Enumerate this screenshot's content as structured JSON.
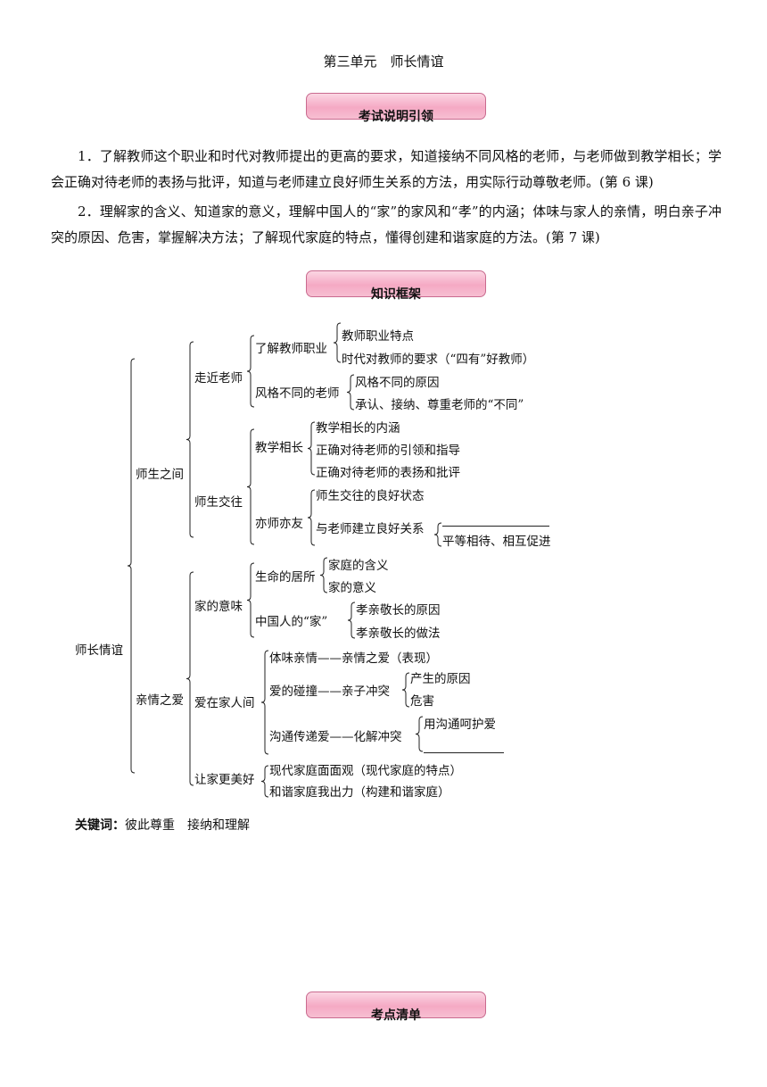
{
  "unit_title": "第三单元　师长情谊",
  "banners": {
    "exam": "考试说明引领",
    "framework": "知识框架",
    "checklist": "考点清单"
  },
  "exam_points": [
    "1．了解教师这个职业和时代对教师提出的更高的要求，知道接纳不同风格的老师，与老师做到教学相长；学会正确对待老师的表扬与批评，知道与老师建立良好师生关系的方法，用实际行动尊敬老师。(第 6 课)",
    "2．理解家的含义、知道家的意义，理解中国人的“家”的家风和“孝”的内涵；体味与家人的亲情，明白亲子冲突的原因、危害，掌握解决方法；了解现代家庭的特点，懂得创建和谐家庭的方法。(第 7 课)"
  ],
  "tree": {
    "root": "师长情谊",
    "l1": [
      "师生之间",
      "亲情之爱"
    ],
    "l2": [
      "走近老师",
      "师生交往",
      "家的意味",
      "爱在家人间",
      "让家更美好"
    ],
    "l3": [
      "了解教师职业",
      "风格不同的老师",
      "教学相长",
      "亦师亦友",
      "生命的居所",
      "中国人的“家”",
      "体味亲情——亲情之爱（表现）",
      "爱的碰撞——亲子冲突",
      "沟通传递爱——化解冲突",
      "现代家庭面面观（现代家庭的特点）",
      "和谐家庭我出力（构建和谐家庭）"
    ],
    "l4": [
      "教师职业特点",
      "时代对教师的要求（“四有”好教师）",
      "风格不同的原因",
      "承认、接纳、尊重老师的“不同”",
      "教学相长的内涵",
      "正确对待老师的引领和指导",
      "正确对待老师的表扬和批评",
      "师生交往的良好状态",
      "与老师建立良好关系",
      "家庭的含义",
      "家的意义",
      "孝亲敬长的原因",
      "孝亲敬长的做法",
      "产生的原因",
      "危害",
      "用沟通呵护爱"
    ],
    "l5": [
      "平等相待、相互促进"
    ]
  },
  "keywords": {
    "label": "关键词：",
    "text": "彼此尊重　接纳和理解"
  }
}
